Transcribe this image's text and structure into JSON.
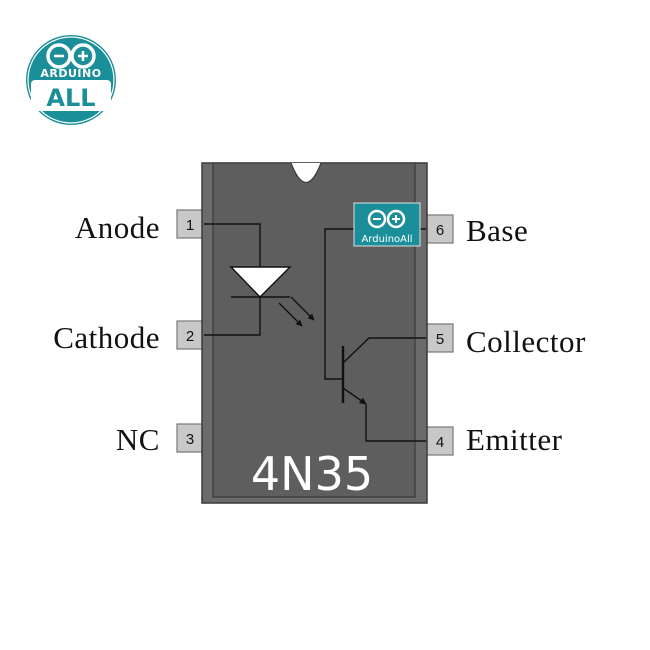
{
  "logo": {
    "top_text": "ARDUINO",
    "bottom_text": "ALL",
    "color": "#1b8f99"
  },
  "watermark": {
    "text": "ArduinoAll"
  },
  "chip": {
    "name": "4N35",
    "body_color": "#6b6b6b",
    "inner_color": "#5e5e5e"
  },
  "pins": [
    {
      "number": "1",
      "label": "Anode"
    },
    {
      "number": "2",
      "label": "Cathode"
    },
    {
      "number": "3",
      "label": "NC"
    },
    {
      "number": "4",
      "label": "Emitter"
    },
    {
      "number": "5",
      "label": "Collector"
    },
    {
      "number": "6",
      "label": "Base"
    }
  ]
}
